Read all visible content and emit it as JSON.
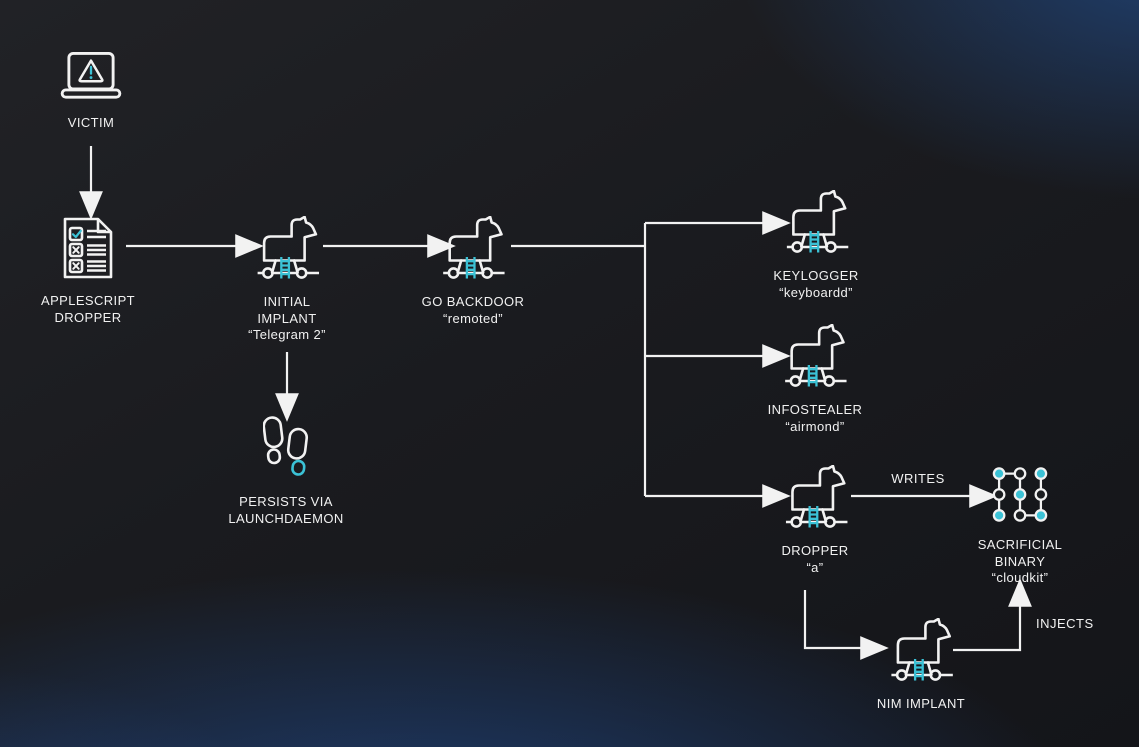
{
  "diagram": {
    "nodes": {
      "victim": {
        "label": "VICTIM"
      },
      "applescript_dropper": {
        "label": "APPLESCRIPT DROPPER"
      },
      "initial_implant": {
        "label": "INITIAL IMPLANT",
        "alias": "“Telegram 2”"
      },
      "go_backdoor": {
        "label": "GO BACKDOOR",
        "alias": "“remoted”"
      },
      "persistence": {
        "label": "PERSISTS VIA LAUNCHDAEMON"
      },
      "keylogger": {
        "label": "KEYLOGGER",
        "alias": "“keyboardd”"
      },
      "infostealer": {
        "label": "INFOSTEALER",
        "alias": "“airmond”"
      },
      "dropper_a": {
        "label": "DROPPER",
        "alias": "“a”"
      },
      "sacrificial_binary": {
        "label": "SACRIFICIAL BINARY",
        "alias": "“cloudkit”"
      },
      "nim_implant": {
        "label": "NIM IMPLANT"
      }
    },
    "edge_labels": {
      "writes": "WRITES",
      "injects": "INJECTS"
    },
    "colors": {
      "accent_cyan": "#3bc2d6",
      "line_white": "#f2f2f2"
    }
  }
}
